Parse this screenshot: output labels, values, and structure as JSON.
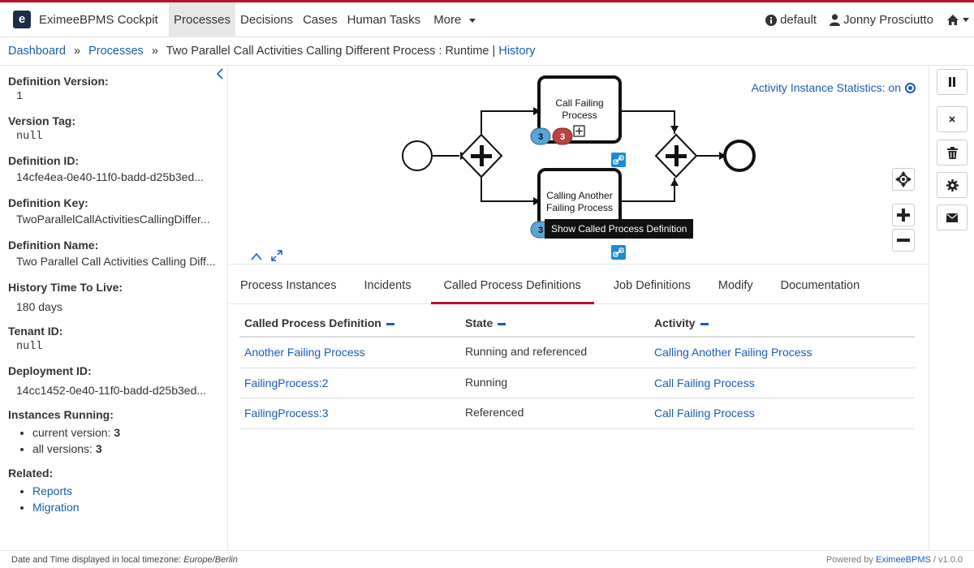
{
  "app": {
    "logo_letter": "e",
    "name": "EximeeBPMS Cockpit"
  },
  "nav": {
    "items": [
      "Processes",
      "Decisions",
      "Cases",
      "Human Tasks",
      "More"
    ],
    "active": "Processes",
    "engine": "default",
    "user": "Jonny Prosciutto"
  },
  "breadcrumb": {
    "dashboard": "Dashboard",
    "sep": "»",
    "processes": "Processes",
    "current": "Two Parallel Call Activities Calling Different Process : Runtime",
    "divider": "|",
    "history": "History"
  },
  "sidebar": {
    "definition_version_label": "Definition Version:",
    "definition_version": "1",
    "version_tag_label": "Version Tag:",
    "version_tag": "null",
    "definition_id_label": "Definition ID:",
    "definition_id": "14cfe4ea-0e40-11f0-badd-d25b3ed...",
    "definition_key_label": "Definition Key:",
    "definition_key": "TwoParallelCallActivitiesCallingDiffer...",
    "definition_name_label": "Definition Name:",
    "definition_name": "Two Parallel Call Activities Calling Diff...",
    "history_ttl_label": "History Time To Live:",
    "history_ttl": "180 days",
    "tenant_id_label": "Tenant ID:",
    "tenant_id": "null",
    "deployment_id_label": "Deployment ID:",
    "deployment_id": "14cc1452-0e40-11f0-badd-d25b3ed...",
    "instances_running_label": "Instances Running:",
    "current_version_label": "current version:",
    "current_version_count": "3",
    "all_versions_label": "all versions:",
    "all_versions_count": "3",
    "related_label": "Related:",
    "related_links": [
      "Reports",
      "Migration"
    ]
  },
  "diagram": {
    "statistics_label": "Activity Instance Statistics: on",
    "task1_line1": "Call Failing",
    "task1_line2": "Process",
    "task1_running": "3",
    "task1_incidents": "3",
    "task2_line1": "Calling Another",
    "task2_line2": "Failing Process",
    "task2_running": "3",
    "tooltip": "Show Called Process Definition"
  },
  "tabs": {
    "items": [
      "Process Instances",
      "Incidents",
      "Called Process Definitions",
      "Job Definitions",
      "Modify",
      "Documentation"
    ],
    "active": "Called Process Definitions"
  },
  "table": {
    "headers": [
      "Called Process Definition",
      "State",
      "Activity"
    ],
    "rows": [
      [
        "Another Failing Process",
        "Running and referenced",
        "Calling Another Failing Process"
      ],
      [
        "FailingProcess:2",
        "Running",
        "Call Failing Process"
      ],
      [
        "FailingProcess:3",
        "Referenced",
        "Call Failing Process"
      ]
    ]
  },
  "footer": {
    "timezone_text": "Date and Time displayed in local timezone:",
    "timezone": "Europe/Berlin",
    "powered_by": "Powered by",
    "brand": "EximeeBPMS",
    "version": "/ v1.0.0"
  },
  "colors": {
    "accent": "#b5152b",
    "link": "#155cb5",
    "brand_dark": "#1b2d4a",
    "badge_blue": "#5aa5d6",
    "badge_red": "#b84444"
  }
}
